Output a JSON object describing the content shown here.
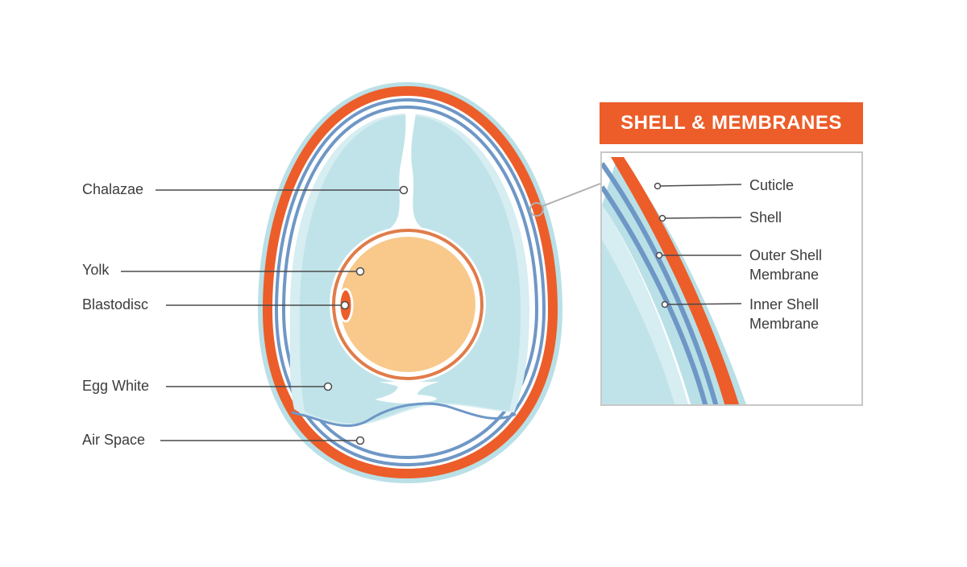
{
  "colors": {
    "shell": "#ec5d2a",
    "cuticle": "#b9e0e6",
    "membrane": "#6e97c6",
    "egg_white": "#bfe3e9",
    "egg_white_light": "#d6edf1",
    "yolk": "#f8c98b",
    "yolk_ring": "#e07c4a",
    "leader": "#4a4a4a",
    "connector": "#b0b0b0"
  },
  "labels": {
    "chalazae": "Chalazae",
    "yolk": "Yolk",
    "blastodisc": "Blastodisc",
    "egg_white": "Egg White",
    "air_space": "Air Space"
  },
  "panel": {
    "title": "SHELL & MEMBRANES",
    "cuticle": "Cuticle",
    "shell": "Shell",
    "outer_membrane_line1": "Outer Shell",
    "outer_membrane_line2": "Membrane",
    "inner_membrane_line1": "Inner Shell",
    "inner_membrane_line2": "Membrane"
  }
}
